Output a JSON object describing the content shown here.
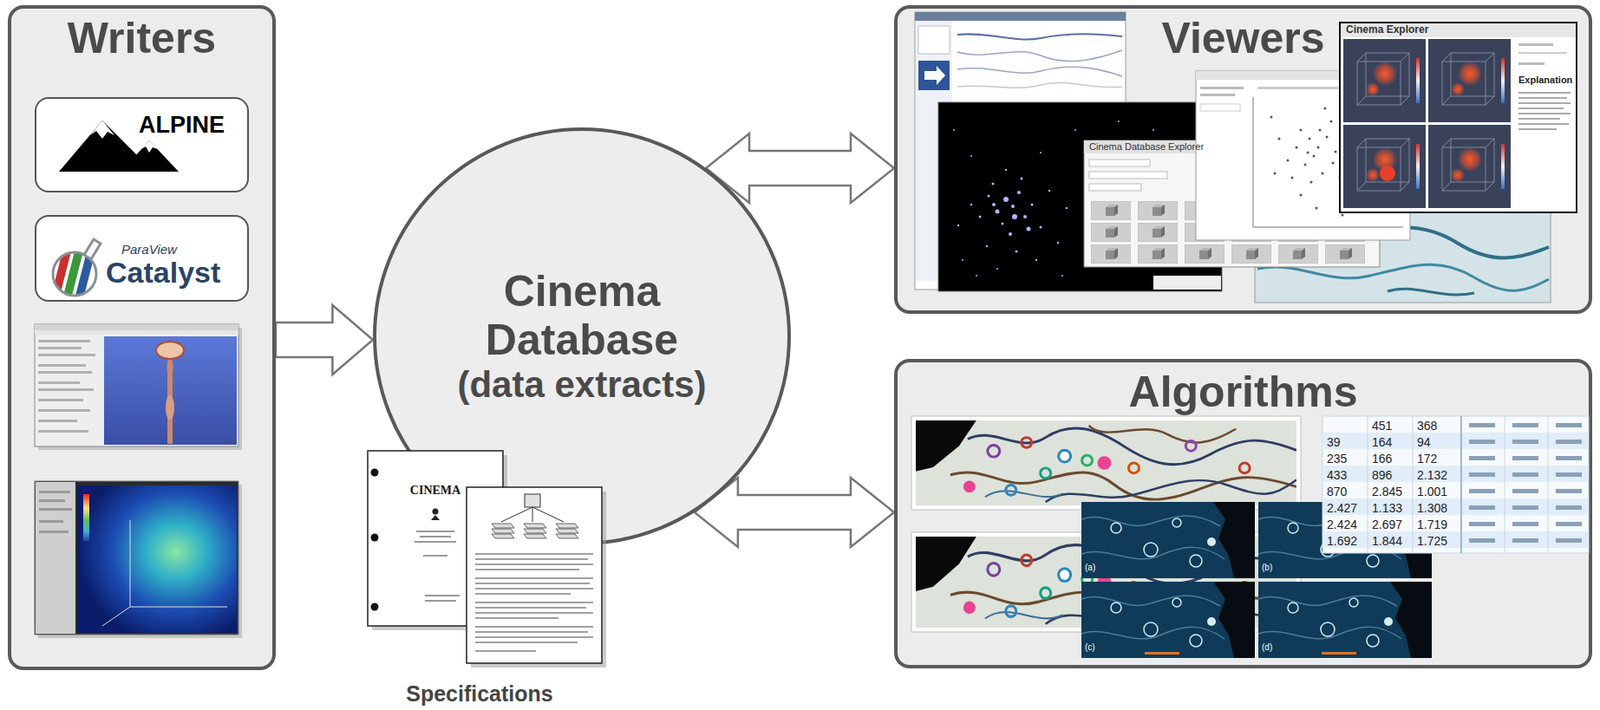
{
  "diagram": {
    "nodes": [
      {
        "text": [
          "Writers"
        ]
      },
      {
        "text": [
          "ALPINE"
        ],
        "in": 0
      },
      {
        "text": [
          "ParaView",
          "Catalyst"
        ],
        "in": 0
      },
      {
        "text": [
          "Cinema Database",
          "(data extracts)"
        ]
      },
      {
        "text": [
          "Viewers"
        ]
      },
      {
        "text": [
          "Algorithms"
        ]
      }
    ],
    "edges": [
      {
        "from": 0,
        "to": 3,
        "arrow": "to"
      },
      {
        "from": 3,
        "to": 4,
        "arrow": "both"
      },
      {
        "from": 3,
        "to": 5,
        "arrow": "both"
      }
    ],
    "labels": [
      "Specifications",
      "CINEMA",
      "Cinema Database Explorer",
      "Cinema Explorer",
      "Explanation",
      "(a)",
      "(b)",
      "(c)",
      "(d)",
      "451",
      "368",
      "39",
      "164",
      "94",
      "235",
      "166",
      "172",
      "433",
      "896",
      "2.132",
      "870",
      "2.845",
      "1.001",
      "2.427",
      "1.133",
      "1.308",
      "2.424",
      "2.697",
      "1.719",
      "1.692",
      "1.844",
      "1.725"
    ]
  }
}
